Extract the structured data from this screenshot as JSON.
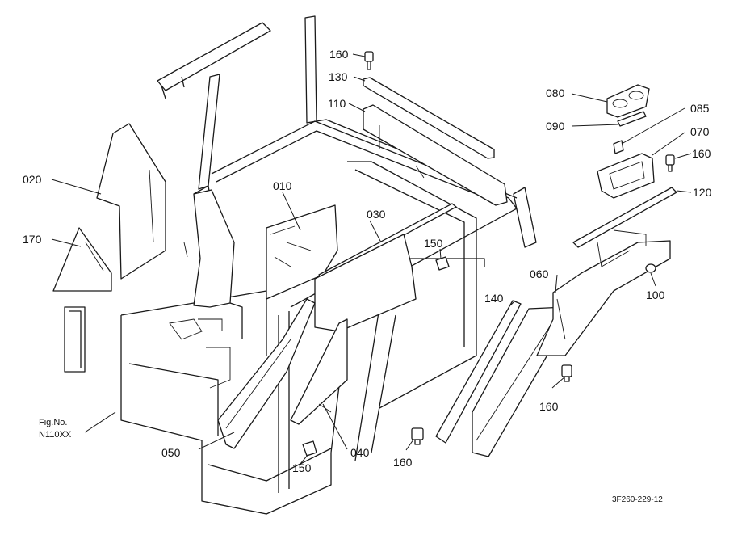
{
  "figure": {
    "fig_ref_line1": "Fig.No.",
    "fig_ref_line2": "N110XX",
    "drawing_code": "3F260-229-12"
  },
  "callouts": {
    "c010": "010",
    "c020": "020",
    "c030": "030",
    "c040": "040",
    "c050": "050",
    "c060": "060",
    "c070": "070",
    "c080": "080",
    "c085": "085",
    "c090": "090",
    "c100": "100",
    "c110": "110",
    "c120": "120",
    "c130": "130",
    "c140": "140",
    "c150a": "150",
    "c150b": "150",
    "c160a": "160",
    "c160b": "160",
    "c160c": "160",
    "c160d": "160",
    "c170": "170"
  }
}
